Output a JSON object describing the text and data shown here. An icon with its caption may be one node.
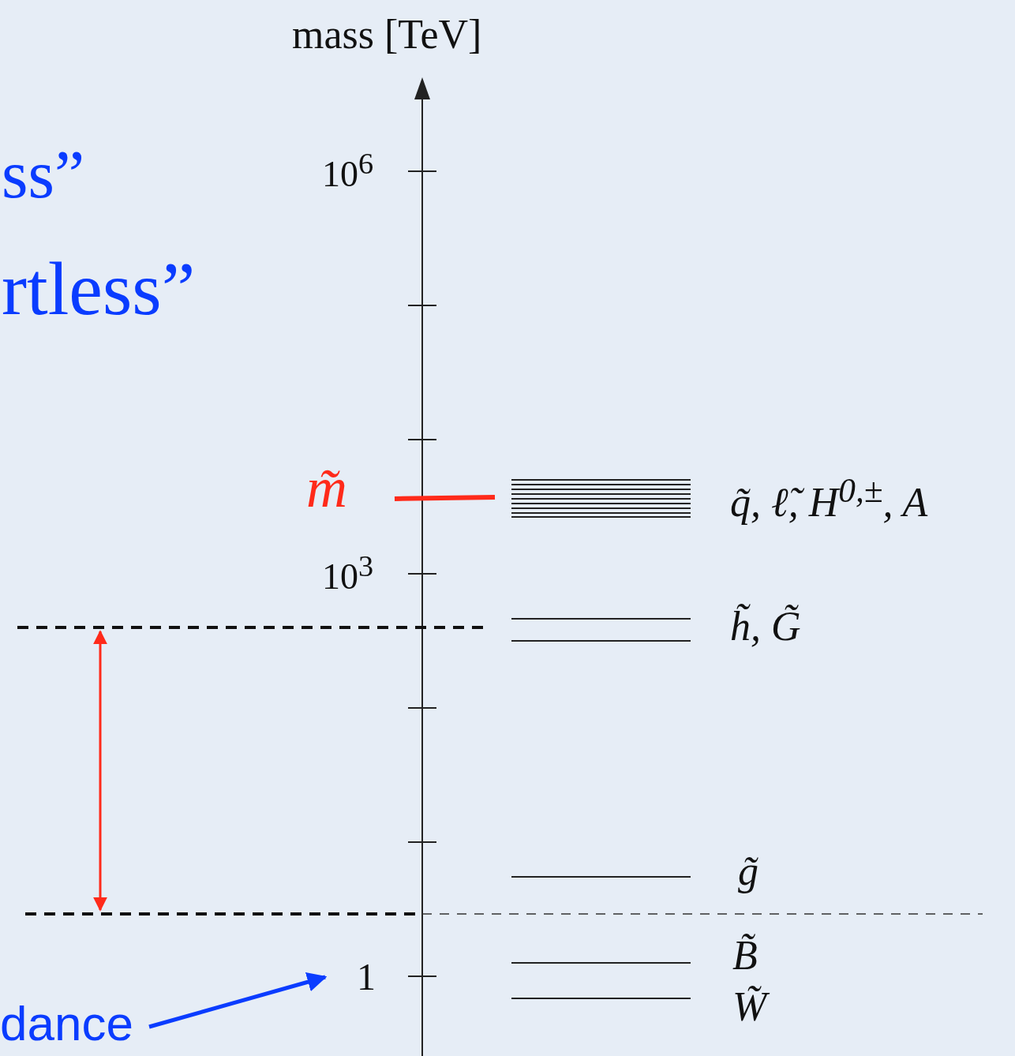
{
  "diagram": {
    "nodes": [
      {
        "text": [
          "dance"
        ]
      },
      {
        "text": [
          "1"
        ]
      }
    ],
    "edges": [
      {
        "from": 0,
        "to": 1,
        "arrow": "to",
        "color": "#0a3cff"
      }
    ],
    "labels": [
      "mass [TeV]",
      "ss”",
      "10$^{6}$",
      "rtless”",
      "m̃",
      "q̃, ℓ̃, H$^{0,±}$, A",
      "10$^{3}$",
      "h̃, G̃",
      "g̃",
      "B̃",
      "W̃"
    ]
  }
}
